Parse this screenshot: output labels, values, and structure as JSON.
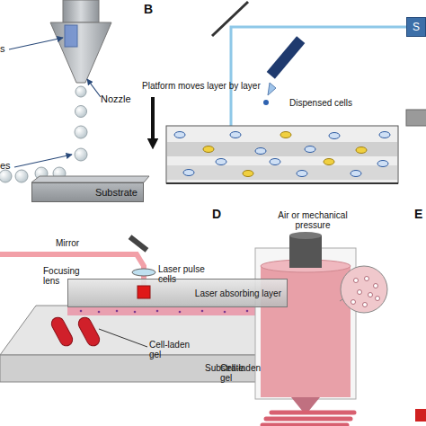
{
  "diagram": {
    "nodes": [
      {
        "text": [
          "Substrate"
        ]
      },
      {
        "text": [
          "S"
        ]
      },
      {
        "text": [
          "Laser absorbing layer"
        ]
      }
    ],
    "labels": [
      "s",
      "Nozzle",
      "es",
      "B",
      "Platform moves layer by layer",
      "Dispensed cells",
      "Mirror",
      "Focusing lens",
      "Laser pulse cells",
      "Cell-laden gel",
      "Substrate",
      "D",
      "Air or mechanical pressure",
      "Cell-laden gel",
      "E"
    ]
  }
}
